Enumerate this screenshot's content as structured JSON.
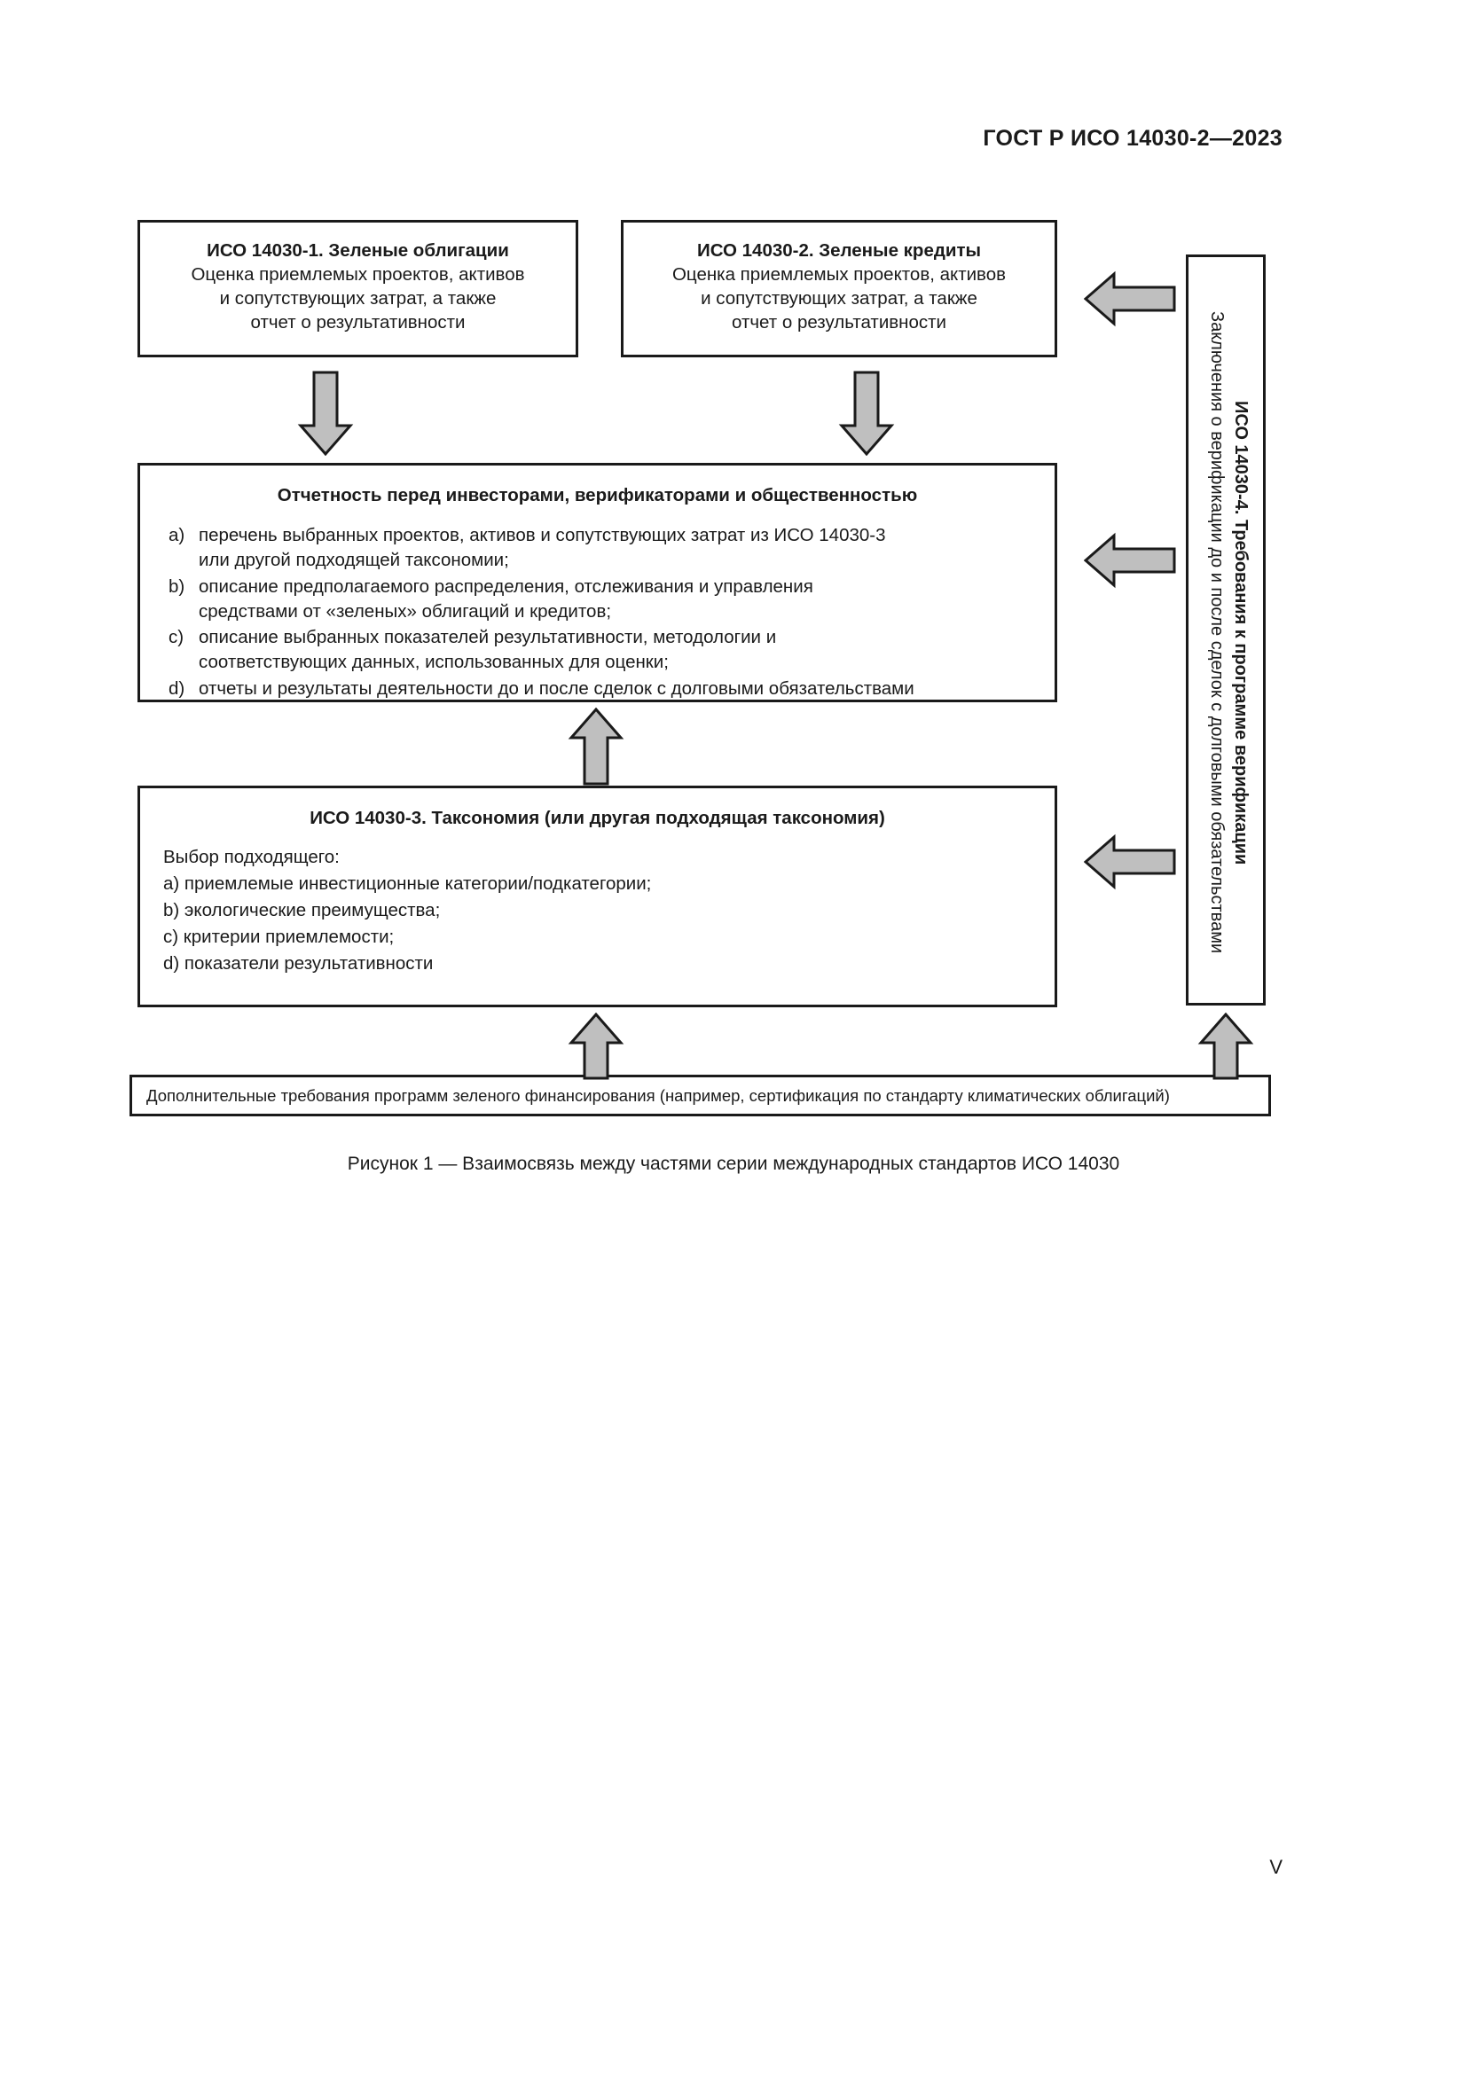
{
  "header": {
    "standard_title": "ГОСТ Р ИСО 14030-2—2023"
  },
  "page": {
    "number": "V"
  },
  "colors": {
    "arrow_fill": "#BFBFBF",
    "arrow_stroke": "#1A1A1A",
    "box_border": "#1A1A1A",
    "text": "#1A1A1A",
    "background": "#FFFFFF"
  },
  "diagram": {
    "box_iso1": {
      "title": "ИСО 14030-1. Зеленые облигации",
      "lines": [
        "Оценка приемлемых проектов, активов",
        "и сопутствующих затрат, а также",
        "отчет о результативности"
      ]
    },
    "box_iso2": {
      "title": "ИСО 14030-2. Зеленые кредиты",
      "lines": [
        "Оценка приемлемых проектов, активов",
        "и сопутствующих затрат, а также",
        "отчет о результативности"
      ]
    },
    "box_reporting": {
      "title": "Отчетность перед инвесторами, верификаторами и общественностью",
      "items": [
        {
          "marker": "a)",
          "lines": [
            "перечень выбранных проектов, активов и сопутствующих затрат из ИСО 14030-3",
            "или другой подходящей таксономии;"
          ]
        },
        {
          "marker": "b)",
          "lines": [
            "описание предполагаемого распределения, отслеживания и управления",
            "средствами от «зеленых» облигаций и кредитов;"
          ]
        },
        {
          "marker": "c)",
          "lines": [
            "описание выбранных показателей результативности, методологии и",
            "соответствующих данных, использованных для оценки;"
          ]
        },
        {
          "marker": "d)",
          "lines": [
            "отчеты и результаты деятельности до и после сделок с долговыми обязательствами"
          ]
        }
      ]
    },
    "box_taxonomy": {
      "title": "ИСО 14030-3. Таксономия (или другая подходящая таксономия)",
      "lead": "Выбор подходящего:",
      "items": [
        "a) приемлемые инвестиционные категории/подкатегории;",
        "b) экологические преимущества;",
        "c) критерии приемлемости;",
        "d) показатели результативности"
      ]
    },
    "box_vertical": {
      "title": "ИСО 14030-4. Требования к программе верификации",
      "subtitle": "Заключения о верификации до и после сделок с долговыми обязательствами"
    },
    "box_bottom": {
      "text": "Дополнительные требования программ зеленого финансирования (например, сертификация по стандарту климатических облигаций)"
    },
    "caption": "Рисунок 1 — Взаимосвязь между частями серии международных стандартов ИСО 14030",
    "arrows": [
      {
        "name": "arrow-vertical-to-iso2",
        "direction": "left"
      },
      {
        "name": "arrow-vertical-to-reporting",
        "direction": "left"
      },
      {
        "name": "arrow-vertical-to-taxonomy",
        "direction": "left"
      },
      {
        "name": "arrow-iso1-to-reporting",
        "direction": "down"
      },
      {
        "name": "arrow-iso2-to-reporting",
        "direction": "down"
      },
      {
        "name": "arrow-taxonomy-to-reporting",
        "direction": "up"
      },
      {
        "name": "arrow-bottom-to-taxonomy",
        "direction": "up"
      },
      {
        "name": "arrow-bottom-to-vertical",
        "direction": "up"
      }
    ]
  }
}
